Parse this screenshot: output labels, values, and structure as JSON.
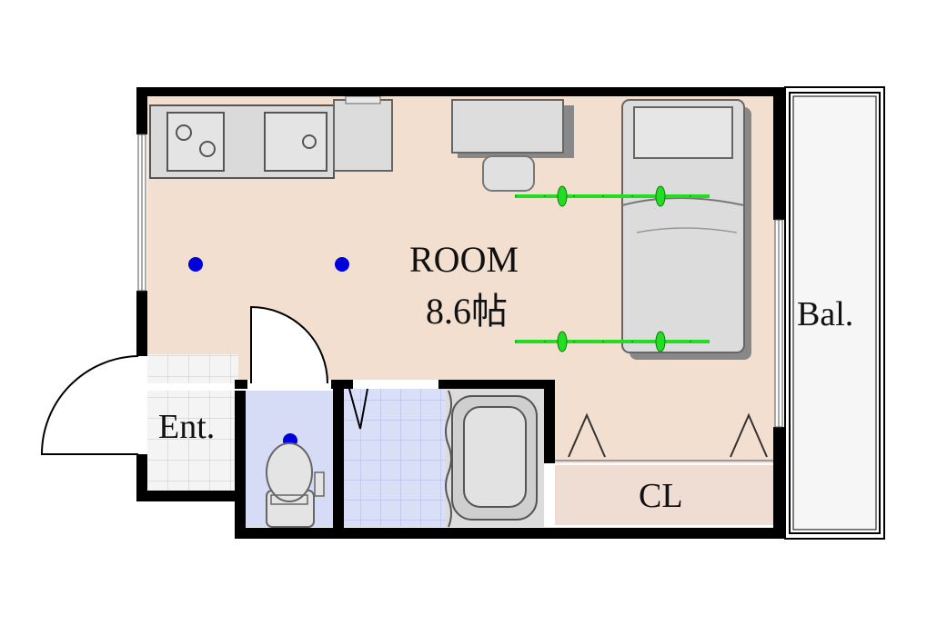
{
  "rooms": {
    "main_name": "ROOM",
    "main_size": "8.6帖",
    "entrance": "Ent.",
    "balcony": "Bal.",
    "closet": "CL"
  },
  "colors": {
    "wall": "#000000",
    "floor": "#f2dfcf",
    "tile": "#ececec",
    "toilet_floor": "#d6dcf6",
    "bath_floor": "#d6dcf6",
    "fixture": "#d9d9d9",
    "closet": "#efdcd2",
    "light": "#0000dd",
    "rail": "#22dd22"
  }
}
